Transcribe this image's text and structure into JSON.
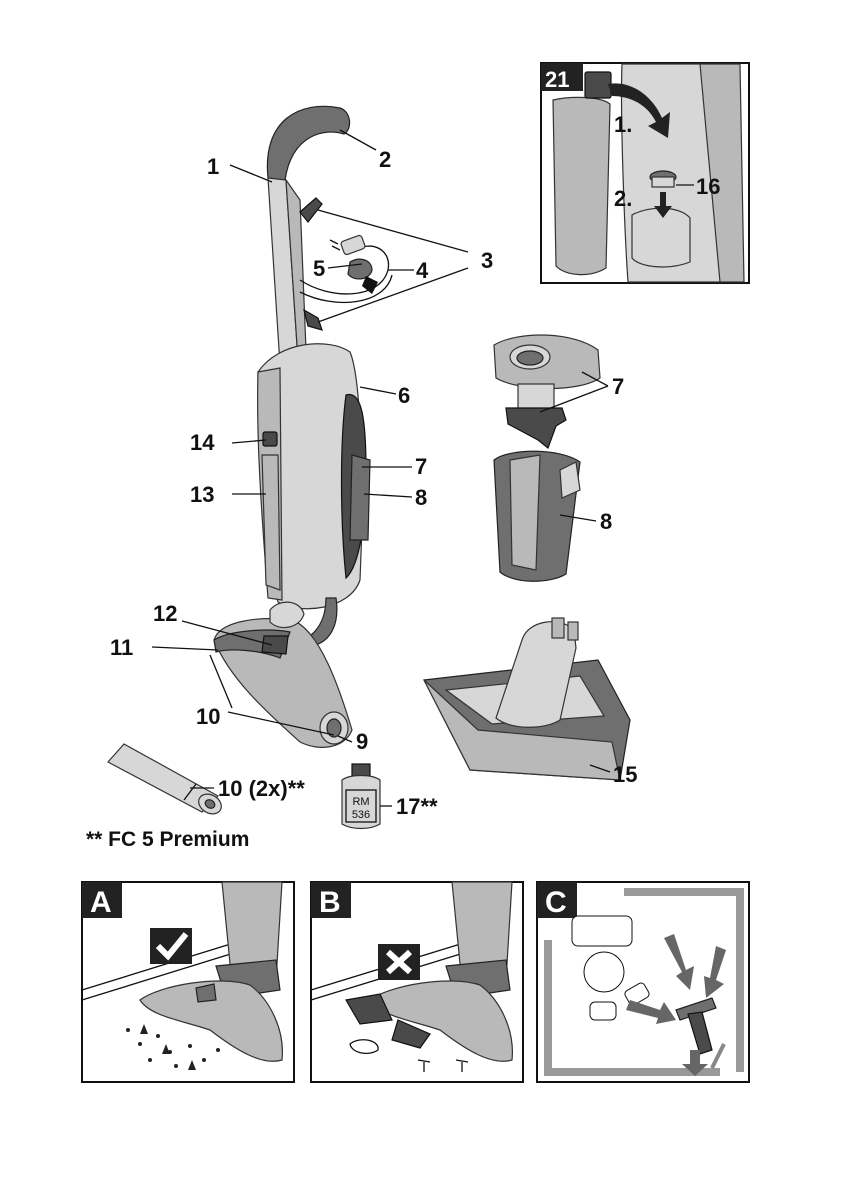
{
  "labels": {
    "l1": "1",
    "l2": "2",
    "l3": "3",
    "l4": "4",
    "l5": "5",
    "l6": "6",
    "l7a": "7",
    "l7b": "7",
    "l8a": "8",
    "l8b": "8",
    "l9": "9",
    "l10": "10",
    "l10b": "10 (2x)**",
    "l11": "11",
    "l12": "12",
    "l13": "13",
    "l14": "14",
    "l15": "15",
    "l16": "16",
    "l17": "17**",
    "l21": "21",
    "step1": "1.",
    "step2": "2."
  },
  "bottle": {
    "line1": "RM",
    "line2": "536"
  },
  "footnote": "** FC 5 Premium",
  "panels": {
    "a": "A",
    "b": "B",
    "c": "C"
  },
  "colors": {
    "ink": "#111111",
    "body": "#b9b9b9",
    "dark": "#4a4a4a",
    "arrow": "#666666"
  }
}
